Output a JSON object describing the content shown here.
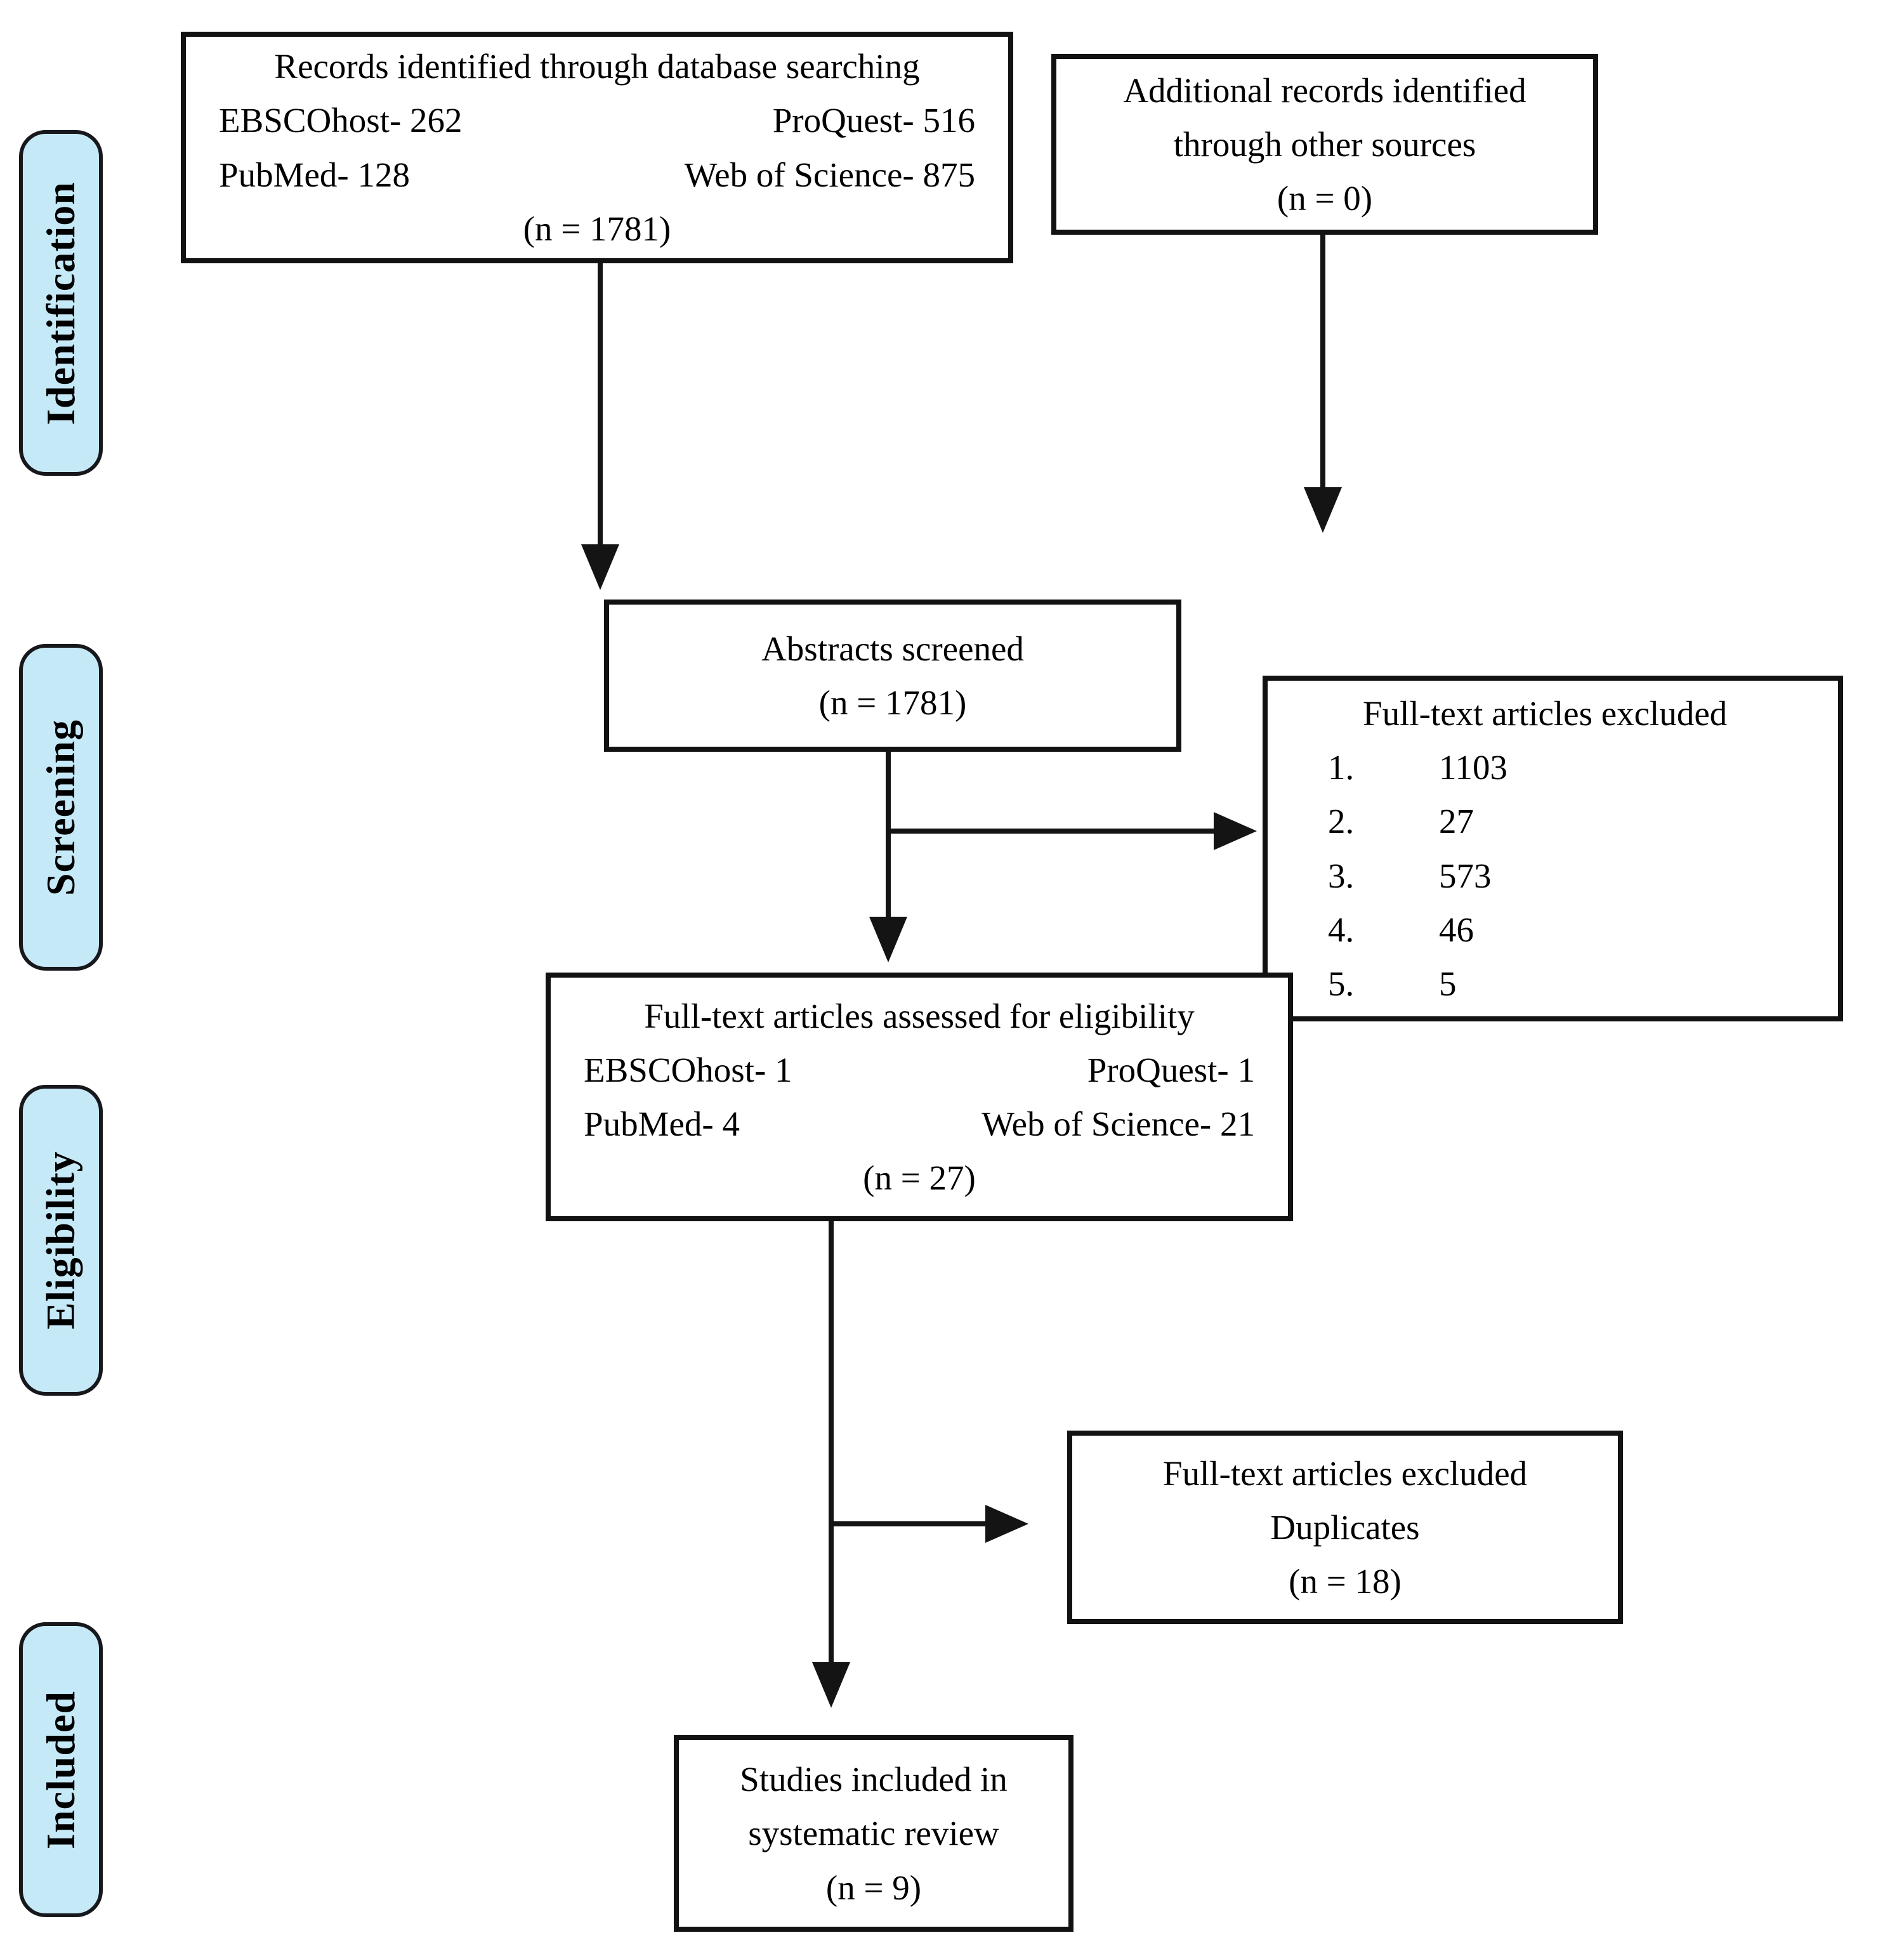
{
  "diagram": {
    "stages": [
      {
        "label": "Identification"
      },
      {
        "label": "Screening"
      },
      {
        "label": "Eligibility"
      },
      {
        "label": "Included"
      }
    ],
    "boxes": {
      "records_identified": {
        "title": "Records identified through database searching",
        "rows": [
          [
            "EBSCOhost- 262",
            "ProQuest- 516"
          ],
          [
            "PubMed- 128",
            "Web of Science- 875"
          ]
        ],
        "count": "(n = 1781)"
      },
      "additional_records": {
        "line1": "Additional records identified",
        "line2": "through other sources",
        "count": "(n = 0)"
      },
      "abstracts_screened": {
        "line1": "Abstracts screened",
        "count": "(n = 1781)"
      },
      "fulltext_excluded": {
        "title": "Full-text articles excluded",
        "items": [
          [
            "1.",
            "1103"
          ],
          [
            "2.",
            "27"
          ],
          [
            "3.",
            "573"
          ],
          [
            "4.",
            "46"
          ],
          [
            "5.",
            "5"
          ]
        ]
      },
      "fulltext_assessed": {
        "title": "Full-text articles assessed for eligibility",
        "rows": [
          [
            "EBSCOhost- 1",
            "ProQuest- 1"
          ],
          [
            "PubMed- 4",
            "Web of Science- 21"
          ]
        ],
        "count": "(n = 27)"
      },
      "duplicates_excluded": {
        "line1": "Full-text articles excluded",
        "line2": "Duplicates",
        "count": "(n = 18)"
      },
      "studies_included": {
        "line1": "Studies included in",
        "line2": "systematic review",
        "count": "(n = 9)"
      }
    },
    "colors": {
      "stage_fill": "#C6E9F8",
      "stage_border": "#17181C",
      "box_border": "#121212",
      "arrow": "#141414",
      "text": "#000000",
      "background": "#FFFFFF"
    }
  }
}
